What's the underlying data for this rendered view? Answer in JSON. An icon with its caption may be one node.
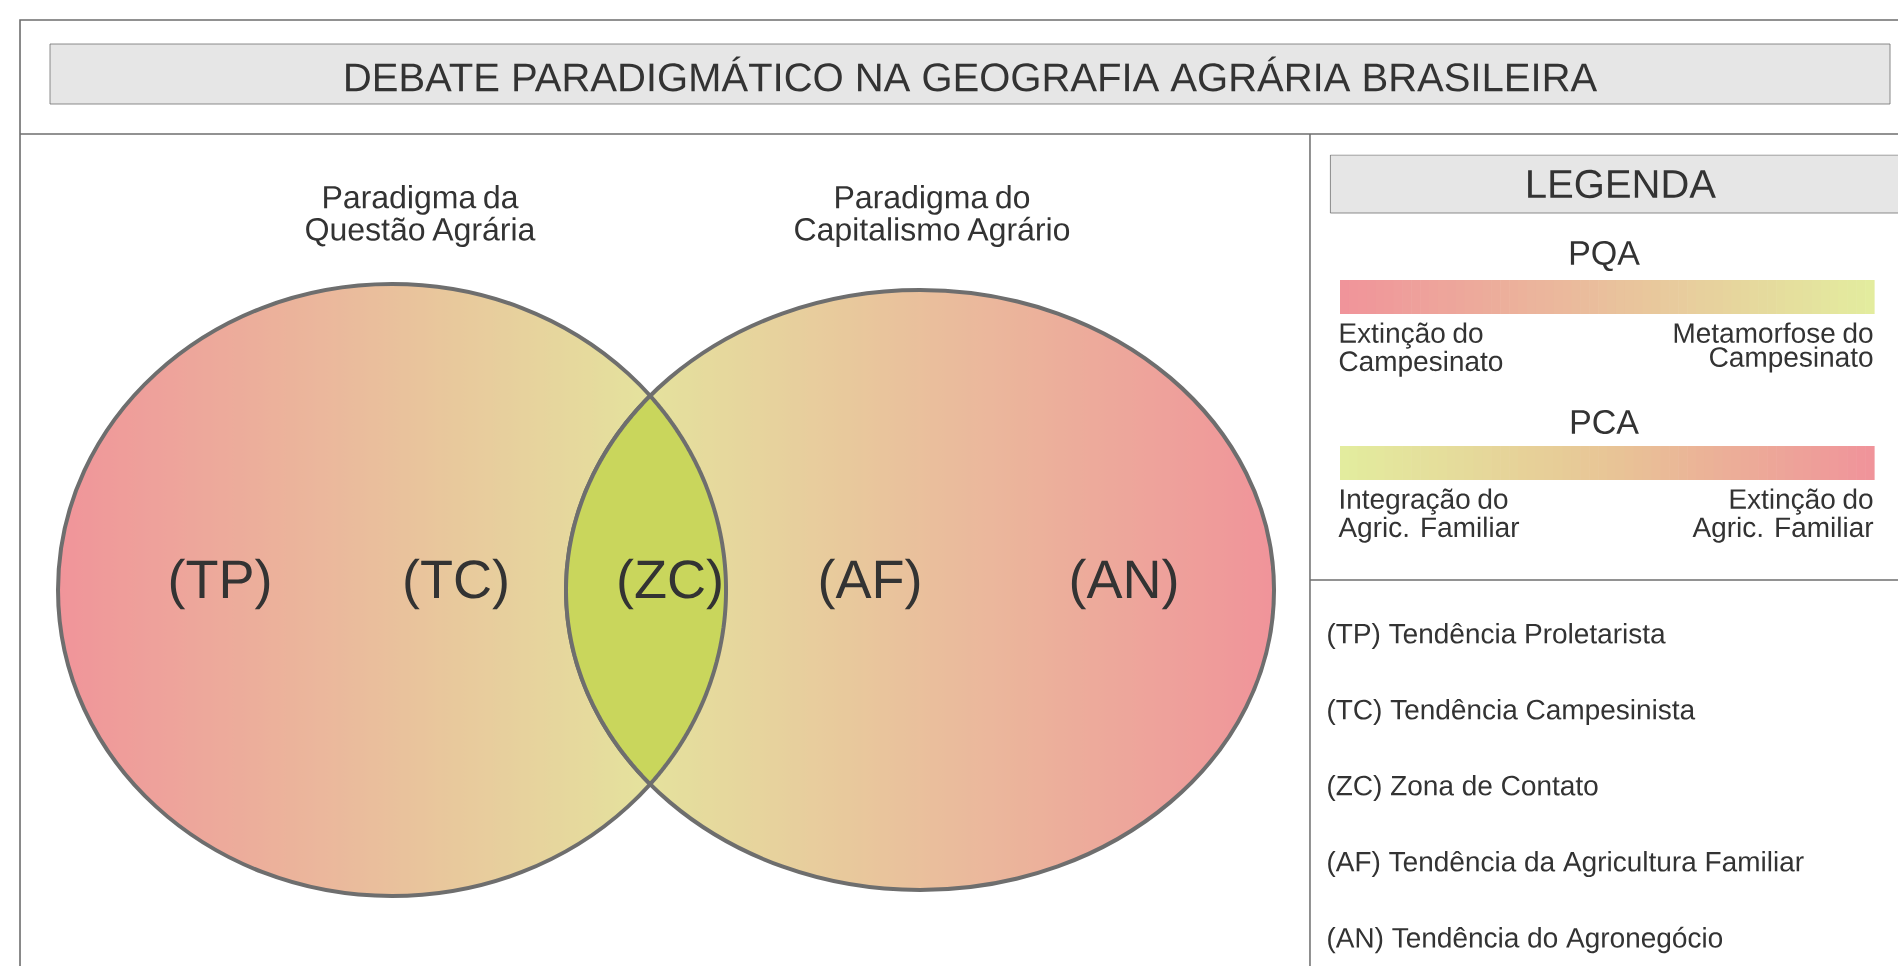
{
  "diagram": {
    "title": "DEBATE PARADIGMÁTICO NA GEOGRAFIA AGRÁRIA BRASILEIRA",
    "nodes": [
      {
        "text": [
          "Paradigma da Questão Agrária",
          "(TP)",
          "(TC)"
        ]
      },
      {
        "text": [
          "Paradigma do Capitalismo Agrário",
          "(AF)",
          "(AN)"
        ]
      },
      {
        "text": [
          "(ZC)"
        ]
      }
    ],
    "edges": [],
    "labels": [
      "LEGENDA",
      "Extinção do Campesinato",
      "Metamorfose do Campesinato",
      "Integração do Agric. Familiar",
      "Extinção do Agric. Familiar",
      "(TP) Tendência Proletarista",
      "(TC) Tendência Campesinista",
      "(ZC) Zona de Contato",
      "(AF) Tendência da Agricultura Familiar",
      "(AN) Tendência do Agronegócio"
    ],
    "legend": [
      {
        "text": "PQA"
      },
      {
        "text": "PCA"
      }
    ]
  }
}
